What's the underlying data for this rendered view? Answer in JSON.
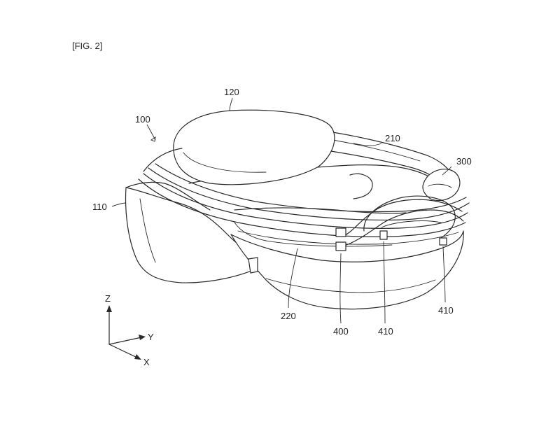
{
  "figure": {
    "label": "[FIG. 2]"
  },
  "reference_numerals": {
    "hmd": "100",
    "front_housing": "110",
    "top_pad": "120",
    "band_upper": "210",
    "band_lower": "220",
    "rear_unit": "300",
    "cable": "400",
    "clip_a": "410",
    "clip_b": "410"
  },
  "axes": {
    "z": "Z",
    "y": "Y",
    "x": "X"
  }
}
